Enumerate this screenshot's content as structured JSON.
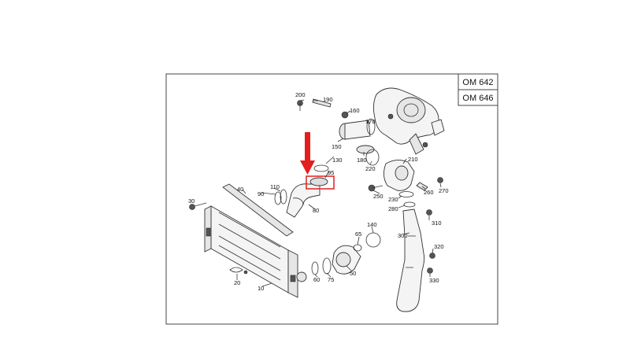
{
  "engine_codes": [
    "OM 642",
    "OM 646"
  ],
  "part_numbers": {
    "p10": "10",
    "p20": "20",
    "p30": "30",
    "p40": "40",
    "p50": "50",
    "p60": "60",
    "p65": "65",
    "p75": "75",
    "p80": "80",
    "p90": "90",
    "p95": "95",
    "p110": "110",
    "p130": "130",
    "p140": "140",
    "p150": "150",
    "p160": "160",
    "p170": "170",
    "p180": "180",
    "p190": "190",
    "p200": "200",
    "p210": "210",
    "p220": "220",
    "p230": "230",
    "p250": "250",
    "p260": "260",
    "p270": "270",
    "p280": "280",
    "p300": "300",
    "p310": "310",
    "p320": "320",
    "p330": "330"
  },
  "colors": {
    "highlight": "#e31e1e",
    "line": "#333333",
    "frame": "#444444"
  }
}
